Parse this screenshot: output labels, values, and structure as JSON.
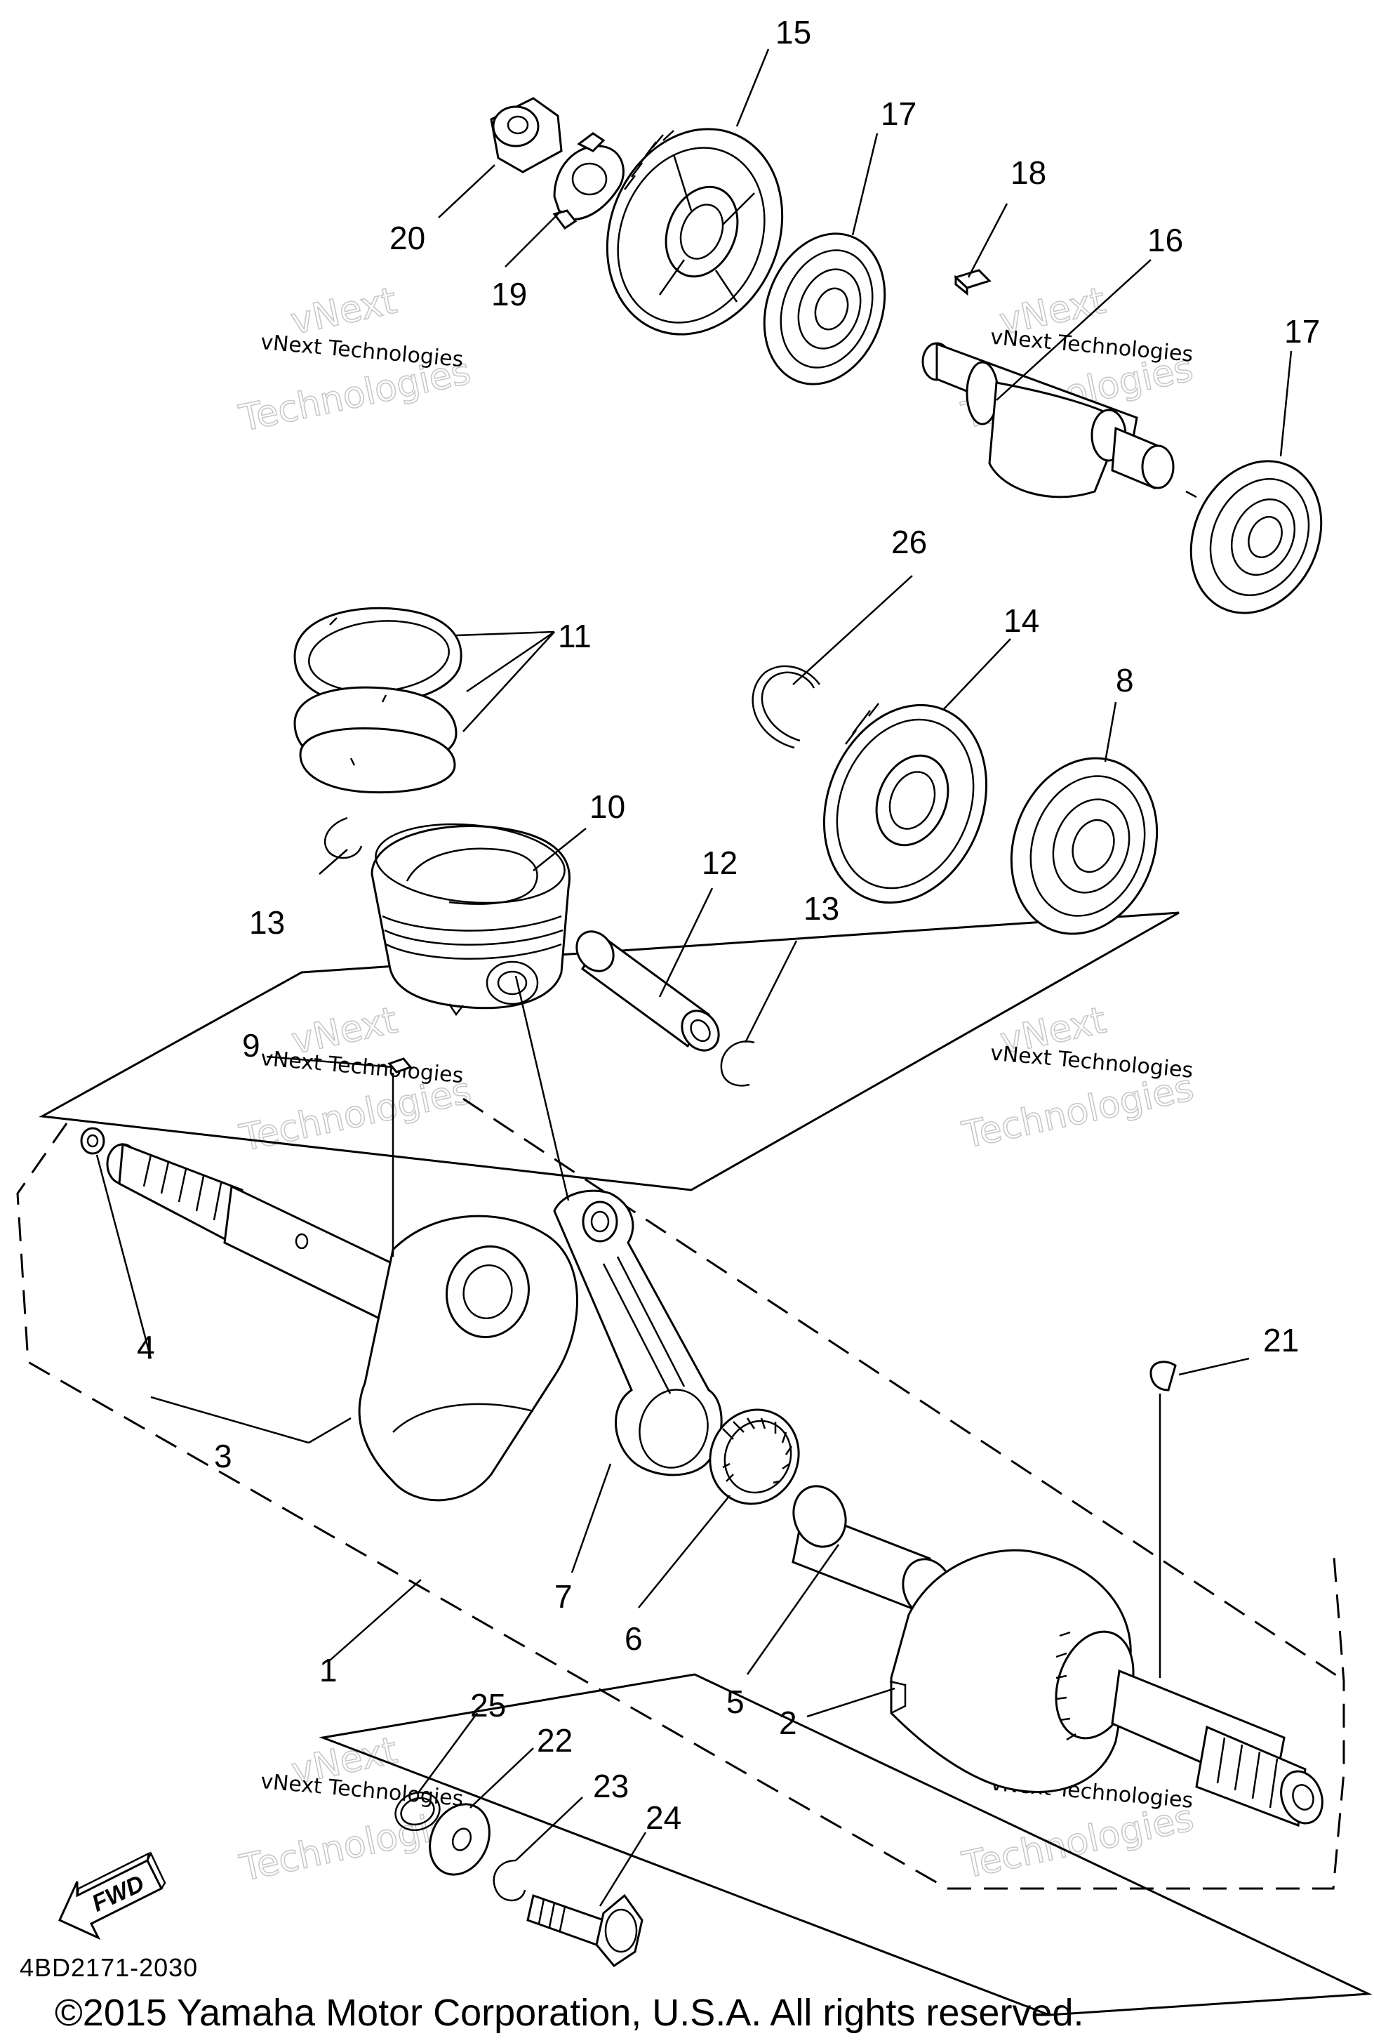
{
  "diagram": {
    "drawing_code": "4BD2171-2030",
    "copyright": "©2015 Yamaha Motor Corporation, U.S.A. All rights reserved.",
    "fwd_label": "FWD",
    "watermark": {
      "line1": "vNext Technologies",
      "line2": "vNext",
      "line3": "Technologies"
    },
    "callouts": [
      "15",
      "17",
      "18",
      "16",
      "17",
      "20",
      "19",
      "26",
      "14",
      "8",
      "11",
      "10",
      "12",
      "13",
      "13",
      "9",
      "21",
      "4",
      "3",
      "7",
      "6",
      "5",
      "2",
      "1",
      "25",
      "22",
      "23",
      "24"
    ]
  }
}
